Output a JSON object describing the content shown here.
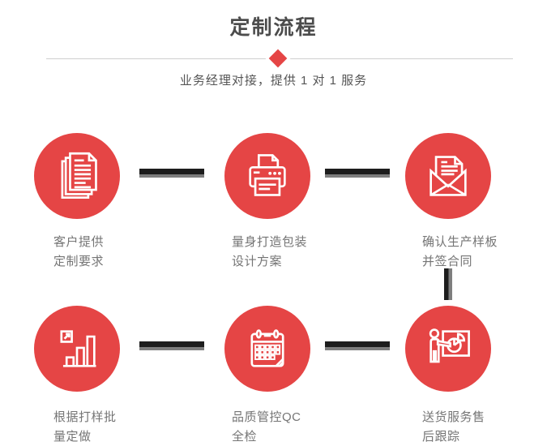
{
  "header": {
    "title": "定制流程",
    "subtitle": "业务经理对接，提供 1 对 1 服务"
  },
  "colors": {
    "accent_red": "#e54545",
    "title_gray": "#4c4c4c",
    "label_gray": "#757575",
    "connector_black": "#1d1d1d",
    "connector_shadow": "#7e7e7e",
    "divider_line": "#cfcfcf"
  },
  "steps": [
    {
      "icon": "documents-icon",
      "lines": [
        "客户提供",
        "定制要求"
      ]
    },
    {
      "icon": "printer-icon",
      "lines": [
        "量身打造包装",
        "设计方案"
      ]
    },
    {
      "icon": "envelope-icon",
      "lines": [
        "确认生产样板",
        "并签合同"
      ]
    },
    {
      "icon": "bar-chart-icon",
      "lines": [
        "根据打样批",
        "量定做"
      ]
    },
    {
      "icon": "calendar-icon",
      "lines": [
        "品质管控QC",
        "全检"
      ]
    },
    {
      "icon": "presenter-icon",
      "lines": [
        "送货服务售",
        "后跟踪"
      ]
    }
  ]
}
